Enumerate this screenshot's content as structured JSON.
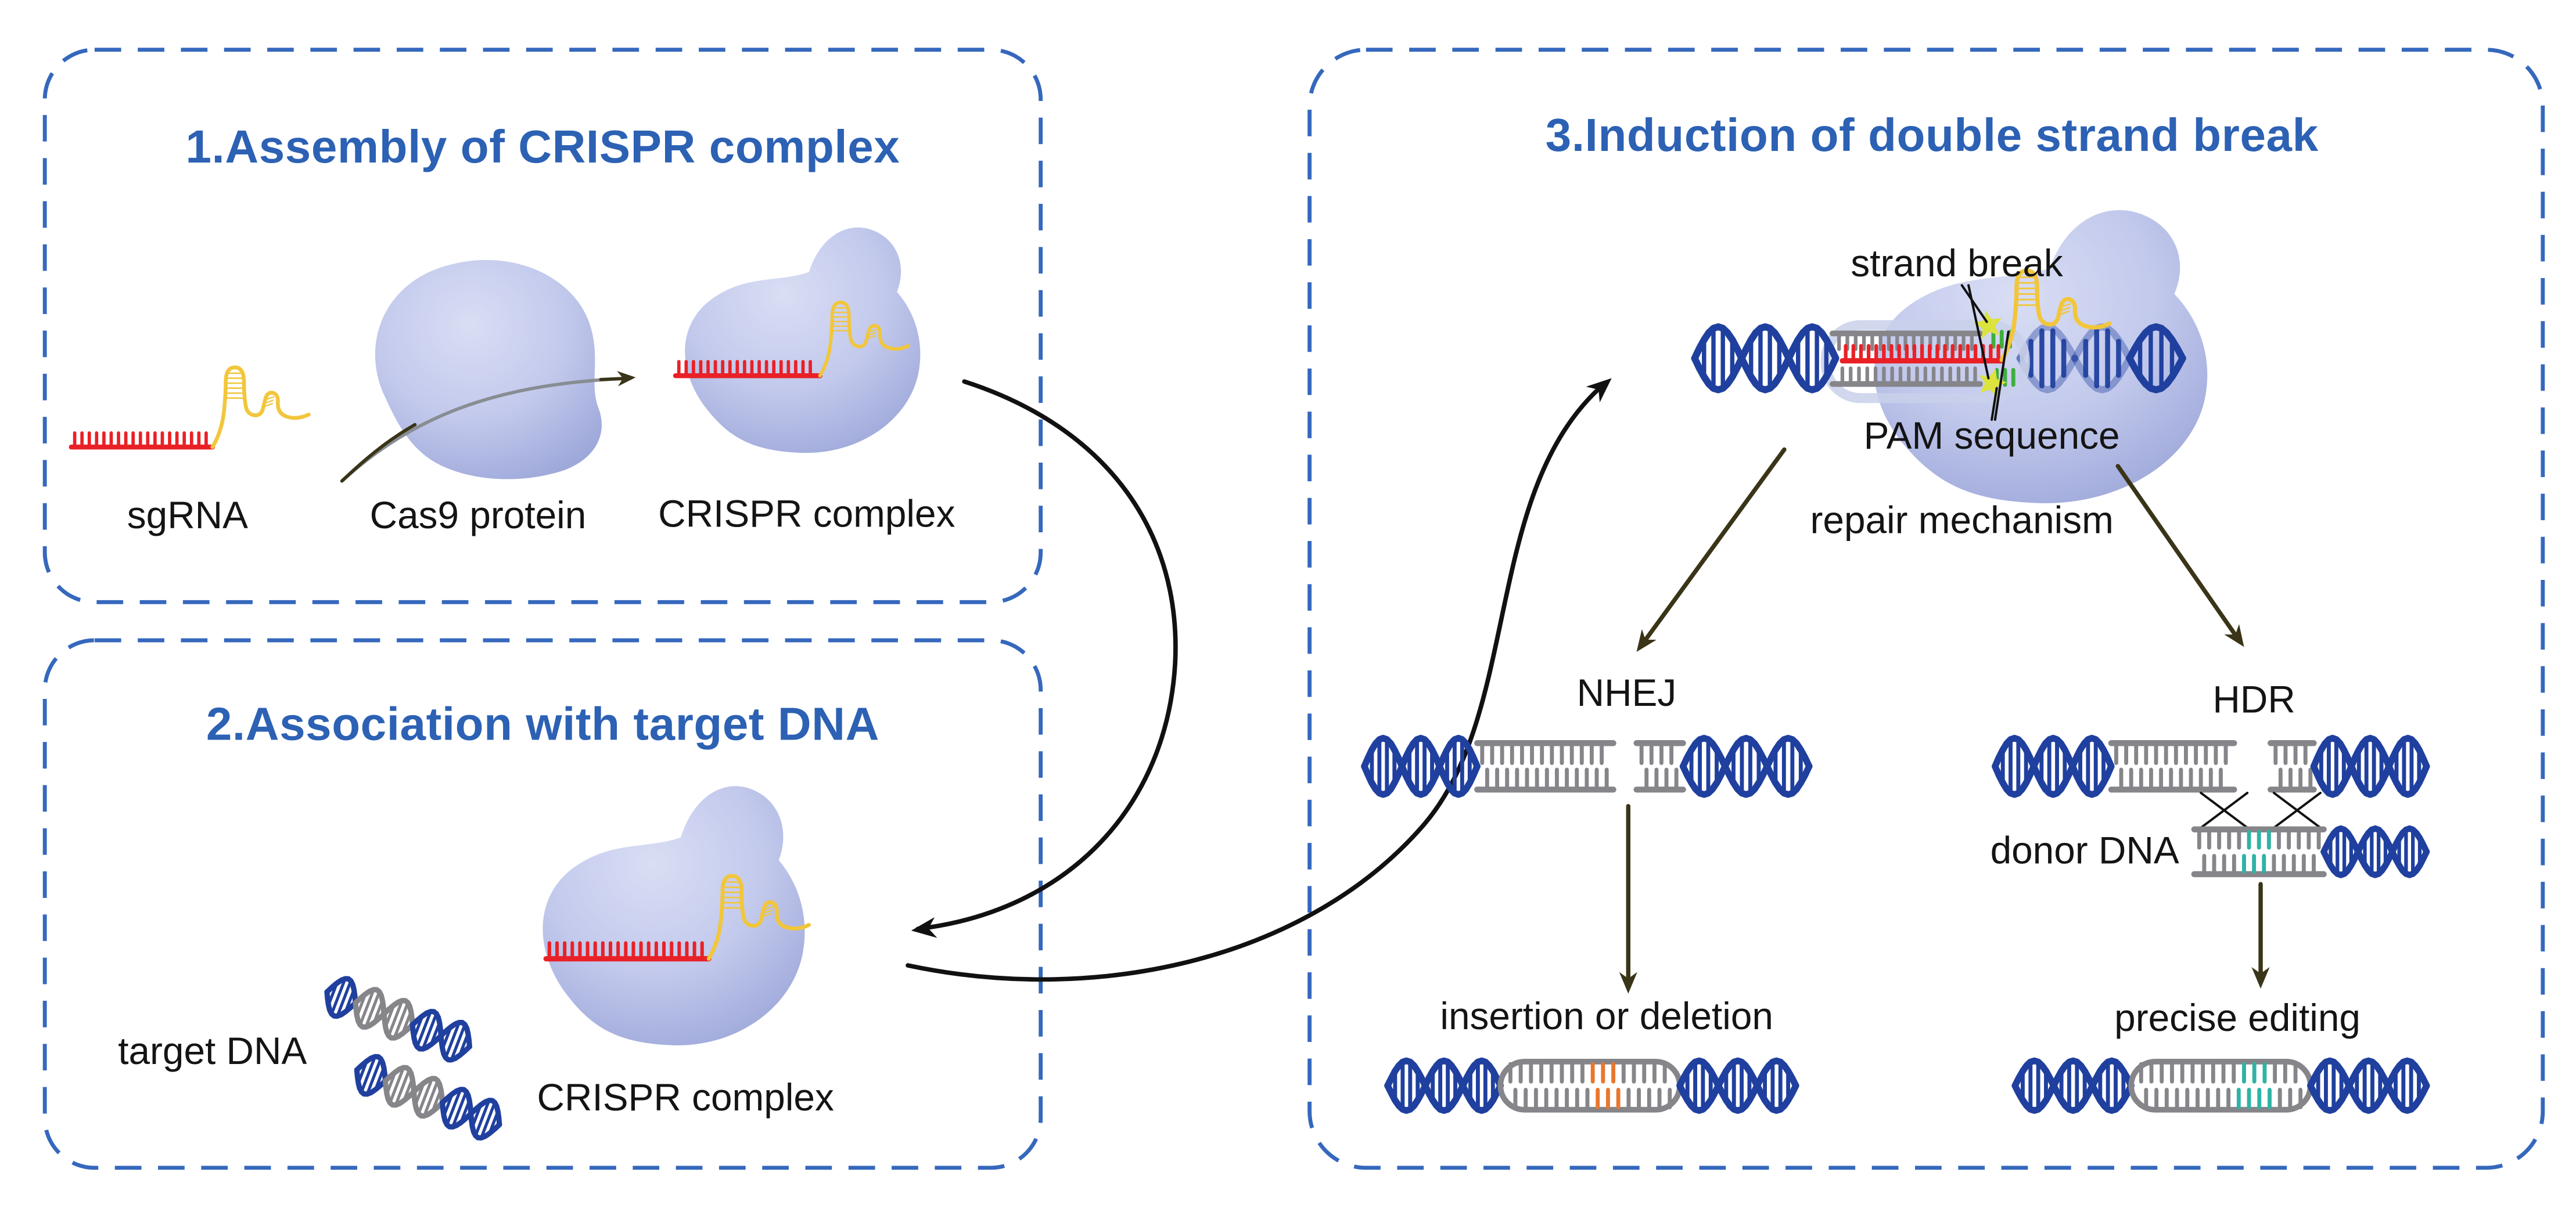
{
  "figure": {
    "subject": "CRISPR-Cas9 gene editing mechanism"
  },
  "panel1": {
    "title": "1.Assembly of CRISPR complex",
    "sgrna_label": "sgRNA",
    "cas9_label": "Cas9 protein",
    "complex_label": "CRISPR complex"
  },
  "panel2": {
    "title": "2.Association with target DNA",
    "target_dna_label": "target DNA",
    "complex_label": "CRISPR complex"
  },
  "panel3": {
    "title": "3.Induction of double strand break",
    "strand_break_label": "strand break",
    "pam_label": "PAM sequence",
    "repair_label": "repair mechanism",
    "nhej_label": "NHEJ",
    "hdr_label": "HDR",
    "donor_label": "donor DNA",
    "insertion_label": "insertion or deletion",
    "precise_label": "precise editing"
  },
  "colors": {
    "background": "#ffffff",
    "panel_border": "#3568bd",
    "title_blue": "#2c61b4",
    "label_text": "#141414",
    "dna_blue": "#20409f",
    "dna_gray": "#85858a",
    "sgrna_red": "#e92127",
    "scaffold_yellow": "#f2c63c",
    "pam_green": "#3fae3f",
    "break_star": "#dce33c",
    "insertion_orange": "#e8772e",
    "donor_teal": "#2fb3a4",
    "repair_arrow": "#3a3418",
    "black_arrow": "#111111",
    "pale_capsule": "#c9d0ea",
    "seen_through_gray": "#888d92",
    "blob_light": "#d9def4",
    "blob_mid": "#c2c9ec",
    "blob_edge": "#96a1d6"
  }
}
